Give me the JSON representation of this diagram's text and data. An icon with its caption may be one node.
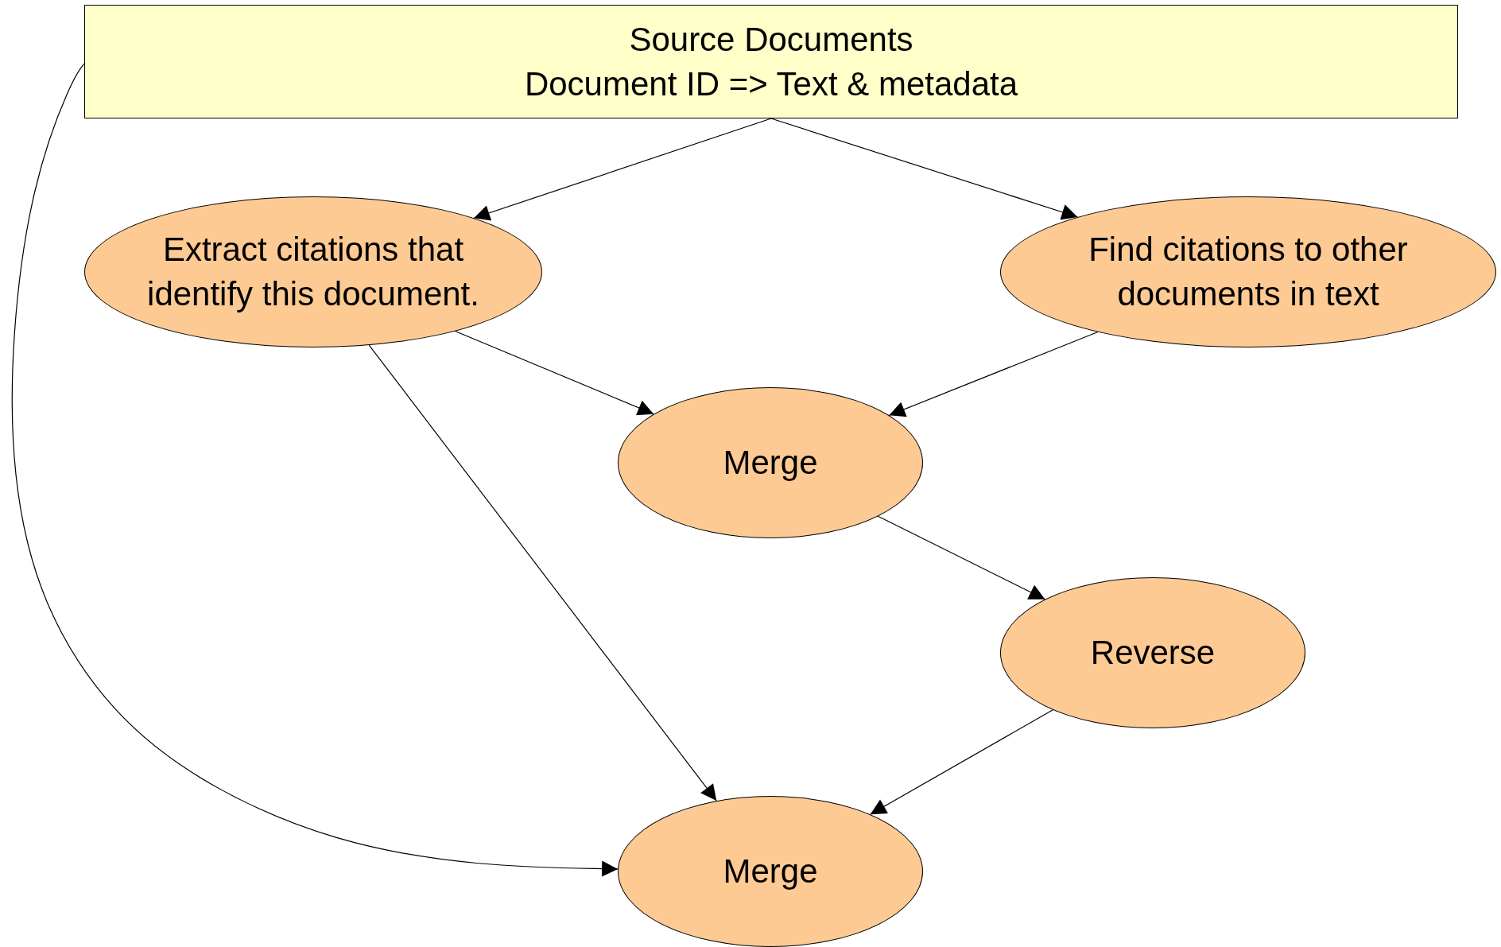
{
  "diagram": {
    "nodes": [
      {
        "text": [
          "Source Documents",
          "Document ID => Text & metadata"
        ]
      },
      {
        "text": [
          "Extract citations that identify this document."
        ]
      },
      {
        "text": [
          "Find citations to other documents in text"
        ]
      },
      {
        "text": [
          "Merge"
        ]
      },
      {
        "text": [
          "Reverse"
        ]
      },
      {
        "text": [
          "Merge"
        ]
      }
    ],
    "edges": [
      {
        "from": 0,
        "to": 1,
        "arrow": "to"
      },
      {
        "from": 0,
        "to": 2,
        "arrow": "to"
      },
      {
        "from": 1,
        "to": 3,
        "arrow": "to"
      },
      {
        "from": 2,
        "to": 3,
        "arrow": "to"
      },
      {
        "from": 3,
        "to": 4,
        "arrow": "to"
      },
      {
        "from": 1,
        "to": 5,
        "arrow": "to"
      },
      {
        "from": 4,
        "to": 5,
        "arrow": "to"
      },
      {
        "from": 0,
        "to": 5,
        "arrow": "to"
      }
    ]
  }
}
